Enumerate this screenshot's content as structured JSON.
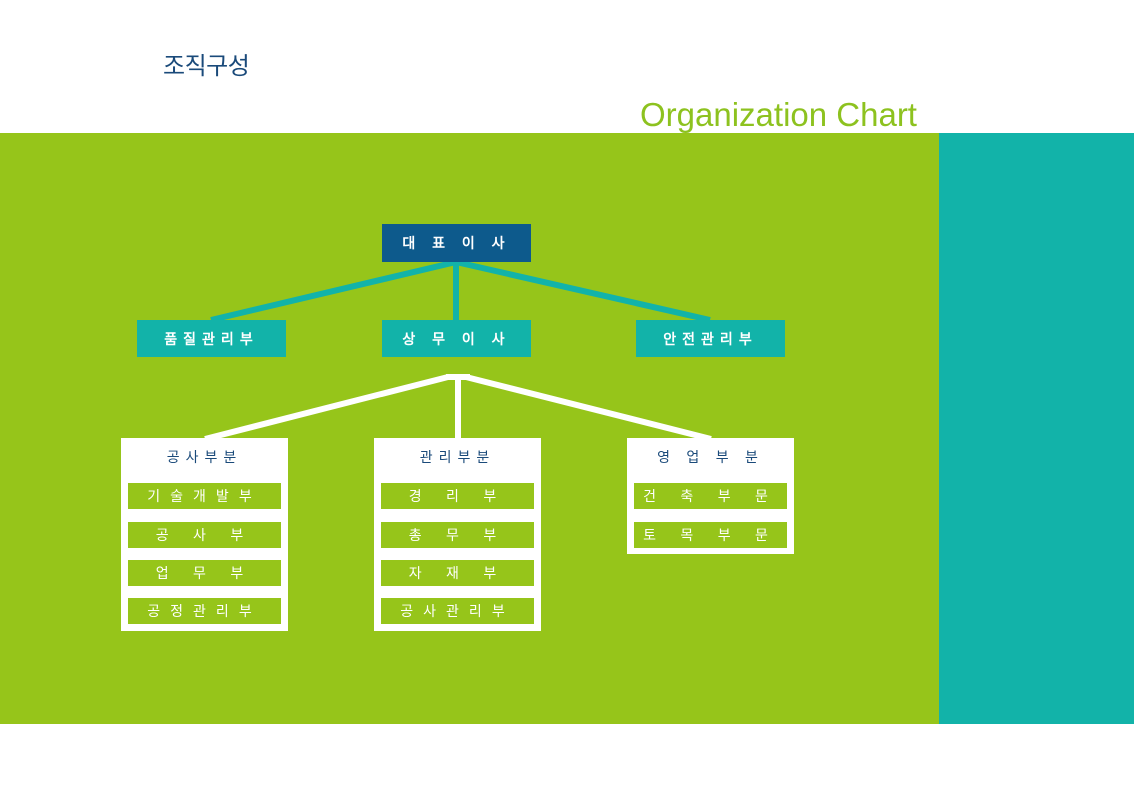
{
  "header": {
    "title_kr": "조직구성",
    "title_en": "Organization Chart"
  },
  "colors": {
    "green": "#96c51a",
    "teal": "#12b3a9",
    "navy": "#0d5a8c"
  },
  "org": {
    "ceo": "대 표 이 사",
    "level2": {
      "left": "품질관리부",
      "center": "상 무 이 사",
      "right": "안전관리부"
    },
    "departments": [
      {
        "title": "공사부분",
        "items": [
          "기술개발부",
          "공  사  부",
          "업  무  부",
          "공정관리부"
        ]
      },
      {
        "title": "관리부분",
        "items": [
          "경  리  부",
          "총  무  부",
          "자  재  부",
          "공사관리부"
        ]
      },
      {
        "title": "영 업 부 분",
        "items": [
          "건 축 부 문",
          "토 목 부 문"
        ]
      }
    ]
  }
}
